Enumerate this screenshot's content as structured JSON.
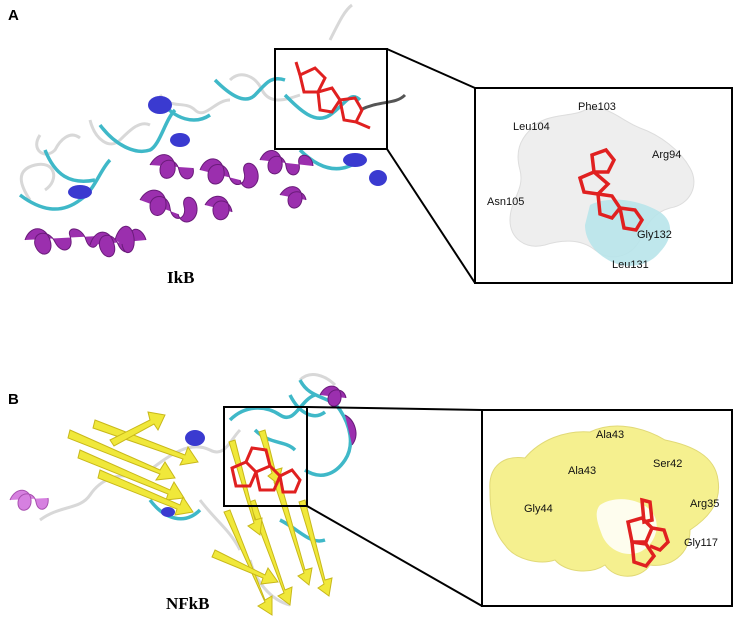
{
  "panels": [
    {
      "letter": "A",
      "protein": "IkB",
      "residues": [
        "Phe103",
        "Leu104",
        "Arg94",
        "Asn105",
        "Gly132",
        "Leu131"
      ]
    },
    {
      "letter": "B",
      "protein": "NFkB",
      "residues": [
        "Ala43",
        "Ala43",
        "Ser42",
        "Gly44",
        "Arg35",
        "Gly117"
      ]
    }
  ],
  "colors": {
    "helix": "#9b2fae",
    "helix_dark": "#6a1b7a",
    "turn": "#3fb8c8",
    "coil": "#d8d8d8",
    "blue_helix": "#3a3ad0",
    "sheet": "#f0e83a",
    "ligand": "#e02020",
    "surface_A": "#eeeeee",
    "surface_A_cyan": "#b8e4ea",
    "surface_B": "#f5f08a"
  }
}
